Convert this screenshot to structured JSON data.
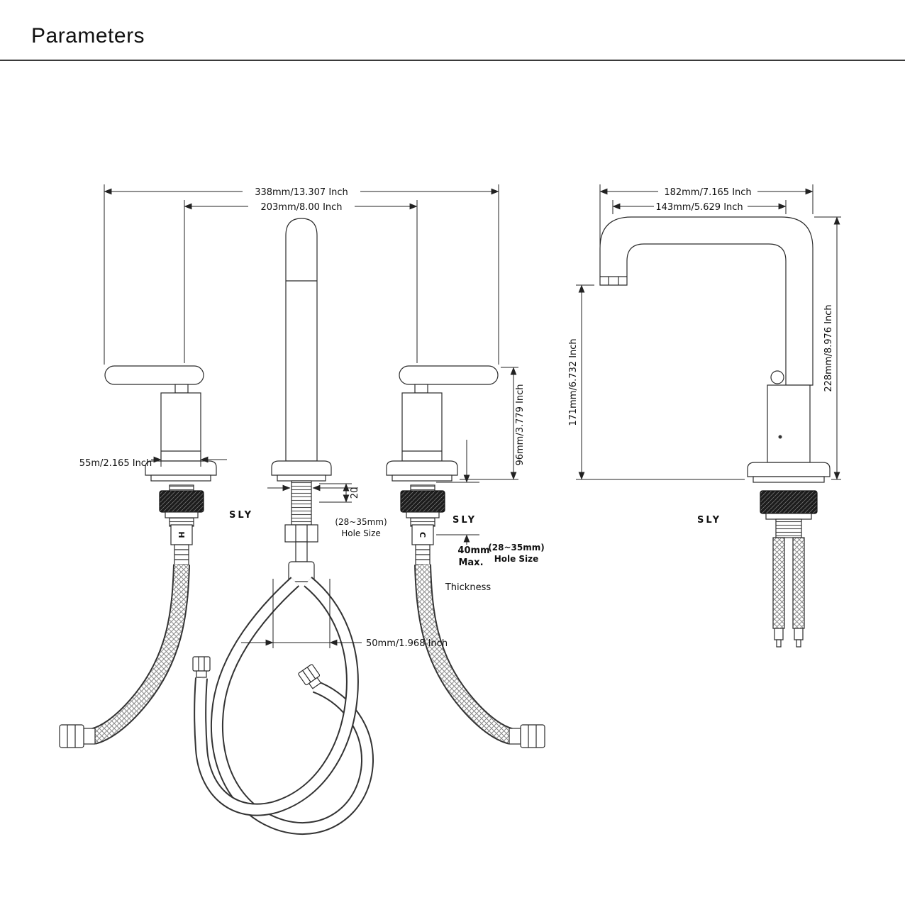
{
  "header": {
    "title": "Parameters"
  },
  "watermark": {
    "text": "SLY",
    "color": "#c9c9c9"
  },
  "front_view": {
    "overall_width": "338mm/13.307 Inch",
    "handle_spacing": "203mm/8.00 Inch",
    "handle_width": "55m/2.165 Inch",
    "handle_height": "96mm/3.779 Inch",
    "shank_gap": "20",
    "center_hole_size": "(28~35mm)",
    "center_hole_size_label": "Hole Size",
    "deck_thickness_value": "40mm",
    "deck_thickness_max": "Max.",
    "deck_thickness_label": "Thickness",
    "side_hole_size": "(28~35mm)",
    "side_hole_size_label": "Hole Size",
    "spout_shank_width": "50mm/1.968 Inch",
    "hot_marker": "H",
    "cold_marker": "C"
  },
  "side_view": {
    "overall_depth": "182mm/7.165 Inch",
    "spout_reach": "143mm/5.629 Inch",
    "spout_height": "171mm/6.732 Inch",
    "overall_height": "228mm/8.976 Inch"
  }
}
